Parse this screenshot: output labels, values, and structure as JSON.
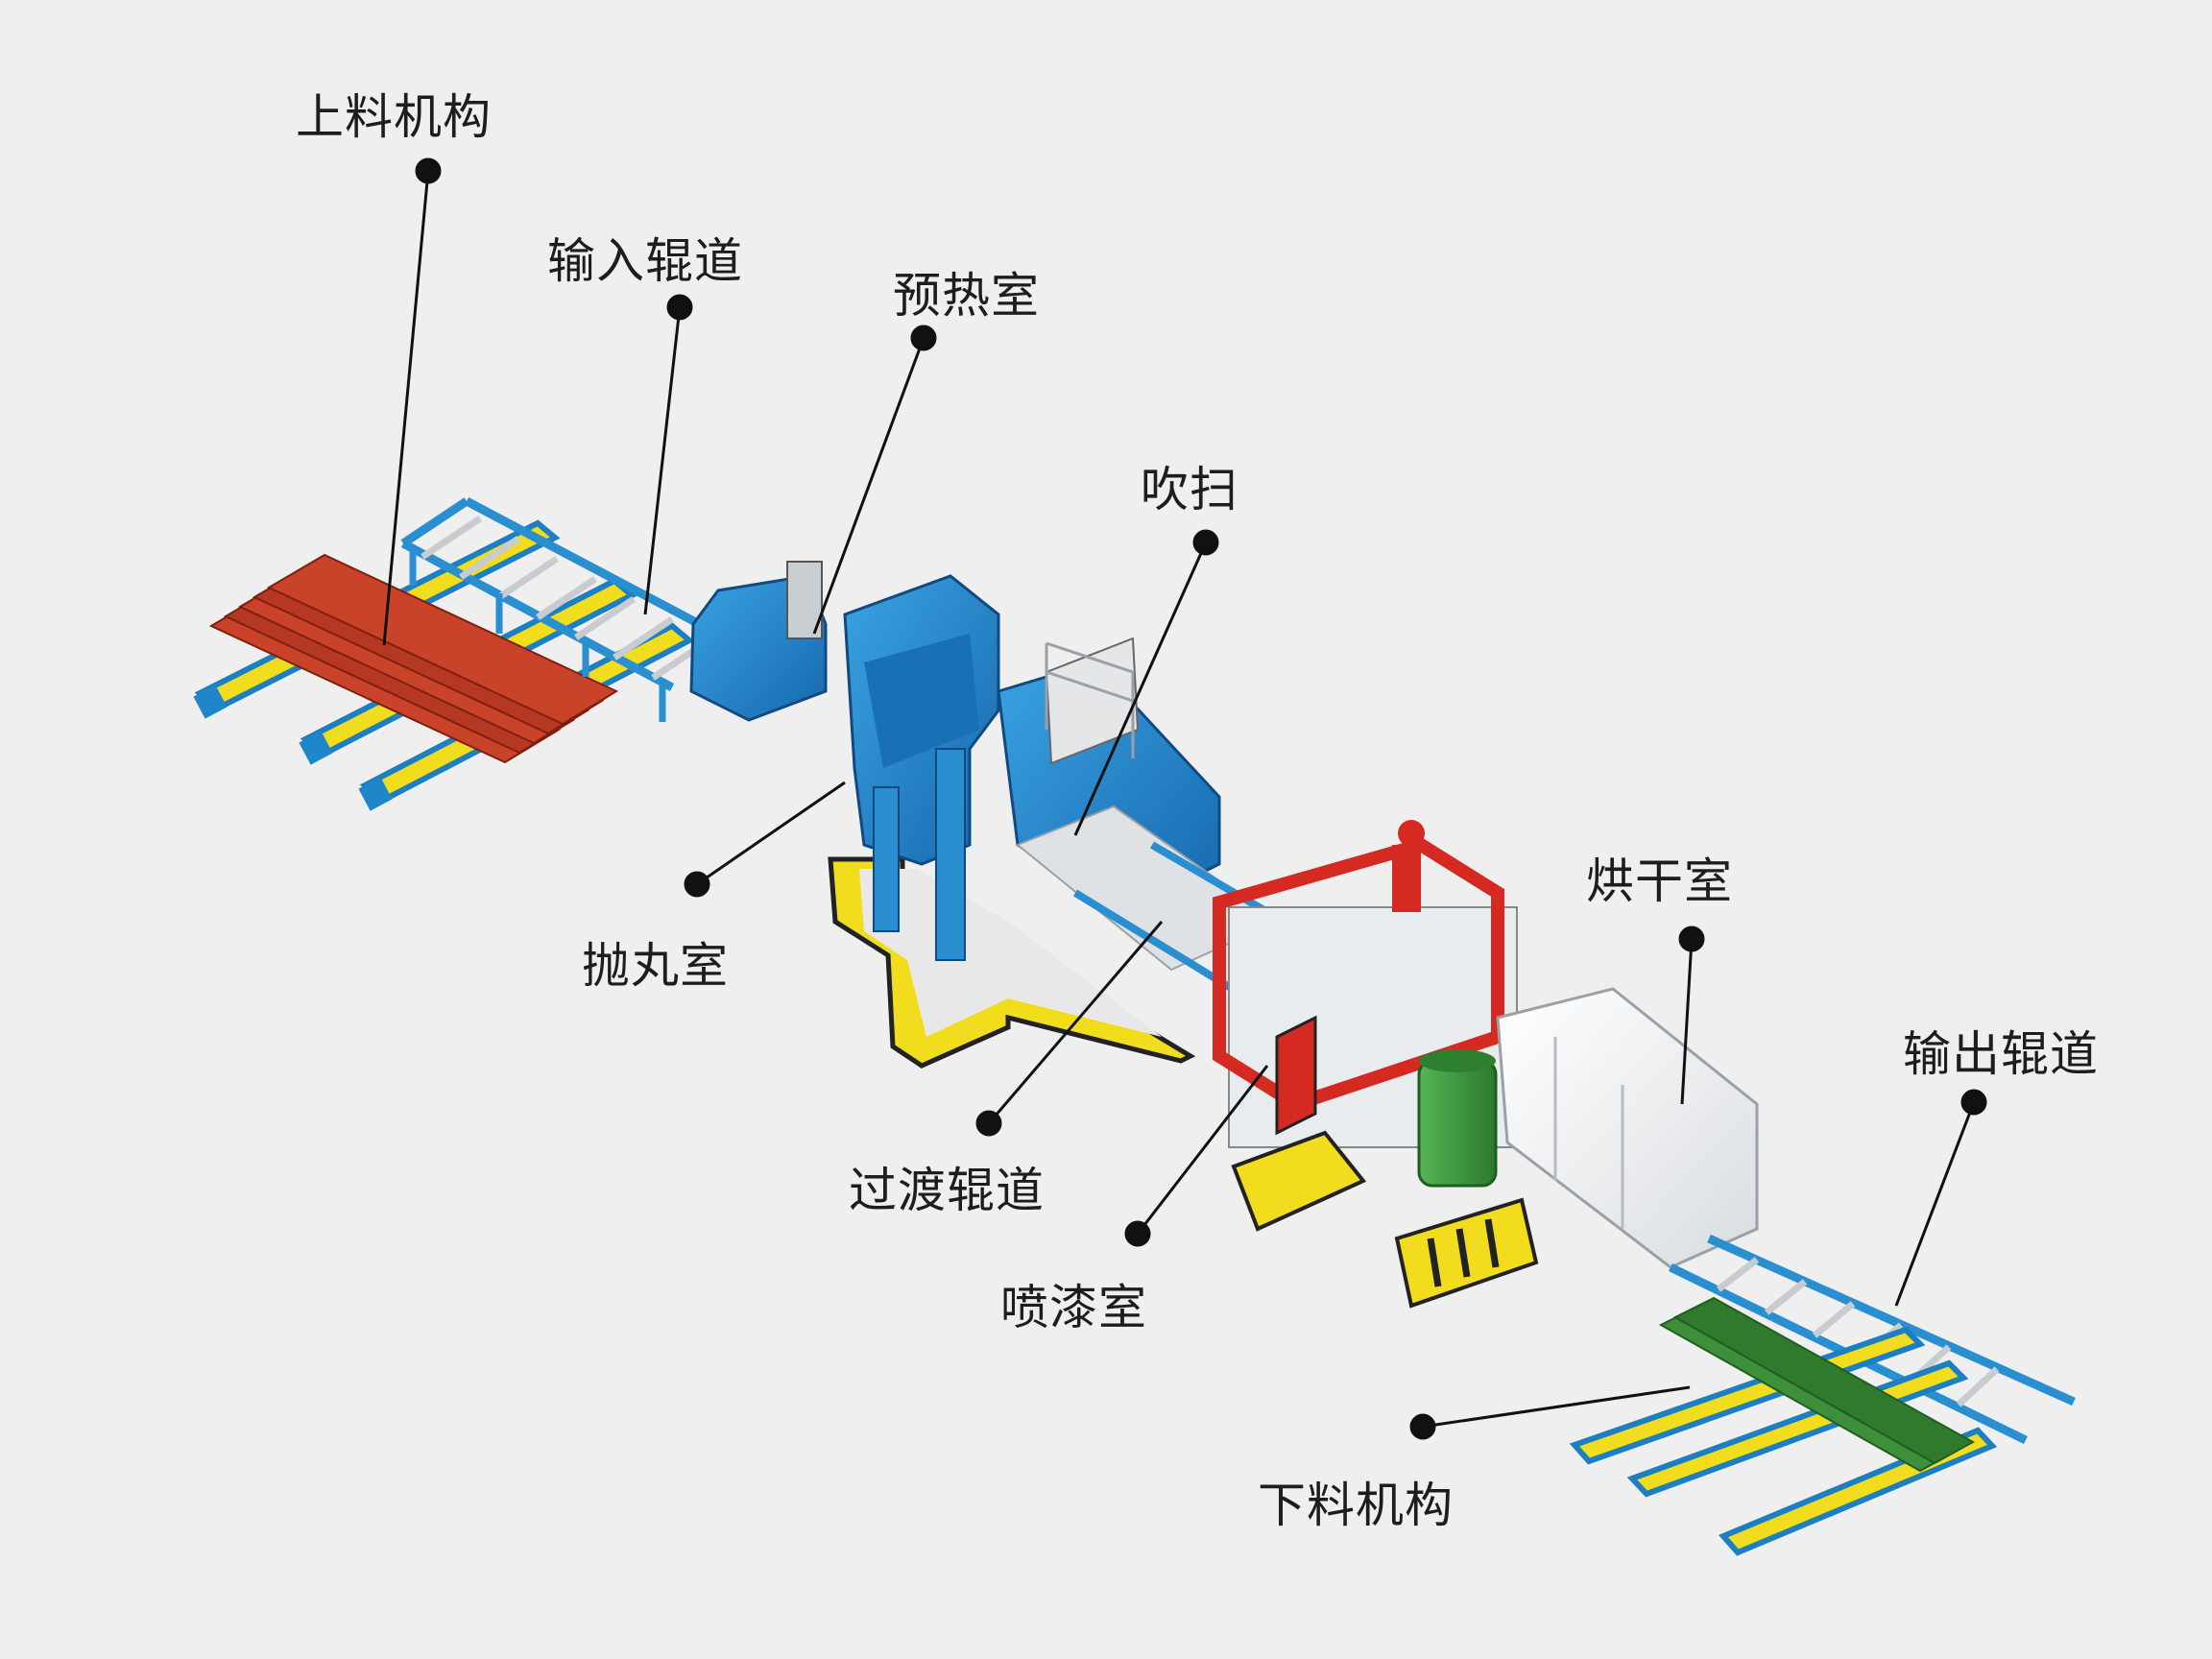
{
  "labels": {
    "loading": "上料机构",
    "input_roller": "输入辊道",
    "preheat": "预热室",
    "blowing": "吹扫",
    "shot_blast": "抛丸室",
    "transition_roller": "过渡辊道",
    "spray": "喷漆室",
    "drying": "烘干室",
    "output_roller": "输出辊道",
    "unloading": "下料机构"
  },
  "colors": {
    "background": "#efefef",
    "frame_blue": "#2a8fd0",
    "machine_blue": "#1f7fc8",
    "rail_yellow": "#f2dc1e",
    "steel_red": "#c23a22",
    "steel_green": "#3e8f3a",
    "paint_red": "#d42a22",
    "tank_green": "#3c9a3c",
    "dryer_white": "#f4f4f4",
    "pointer": "#111111"
  }
}
